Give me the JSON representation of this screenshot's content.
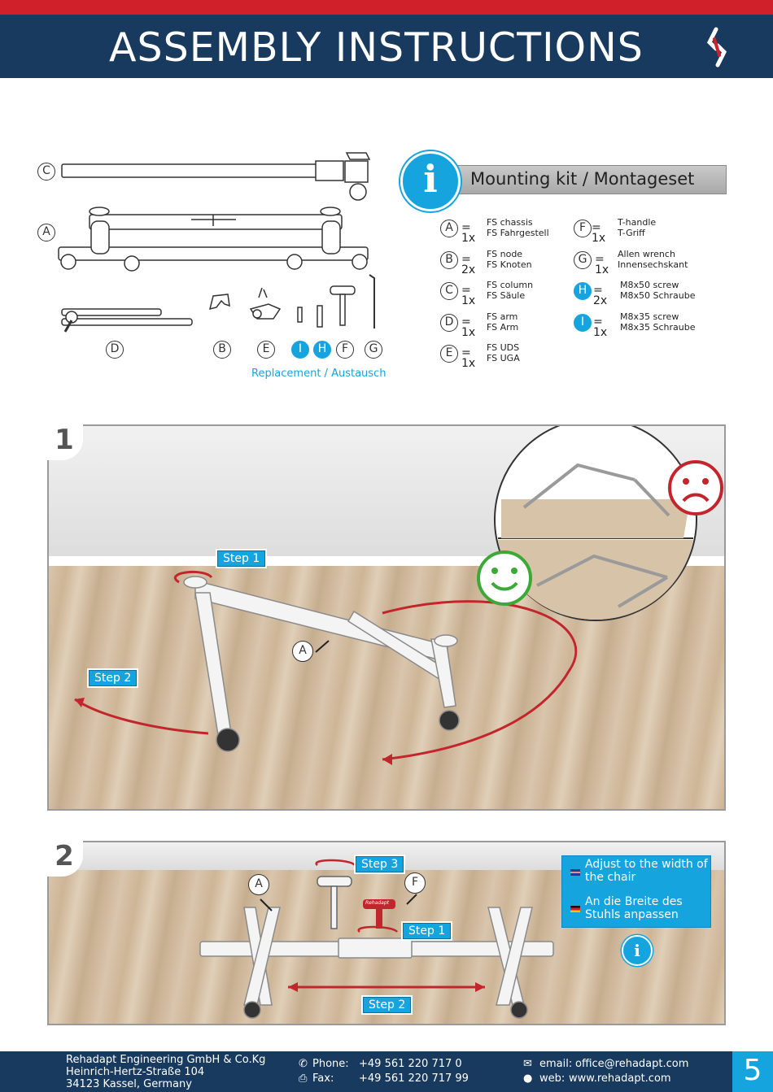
{
  "header": {
    "title": "ASSEMBLY INSTRUCTIONS",
    "logo_icon": "rehadapt-chain-logo-icon"
  },
  "parts_labels": {
    "C": "C",
    "A": "A",
    "D": "D",
    "B": "B",
    "E": "E",
    "I": "I",
    "H": "H",
    "F": "F",
    "G": "G"
  },
  "replacement_text": "Replacement / Austausch",
  "kit": {
    "info_icon": "info-icon",
    "title": "Mounting kit / Montageset",
    "items": [
      {
        "letter": "A",
        "qty": "= 1x",
        "en": "FS chassis",
        "de": "FS Fahrgestell",
        "highlight": false
      },
      {
        "letter": "B",
        "qty": "= 2x",
        "en": "FS node",
        "de": "FS Knoten",
        "highlight": false
      },
      {
        "letter": "C",
        "qty": "= 1x",
        "en": "FS column",
        "de": "FS Säule",
        "highlight": false
      },
      {
        "letter": "D",
        "qty": "= 1x",
        "en": "FS arm",
        "de": "FS Arm",
        "highlight": false
      },
      {
        "letter": "E",
        "qty": "= 1x",
        "en": "FS UDS",
        "de": "FS UGA",
        "highlight": false
      },
      {
        "letter": "F",
        "qty": "= 1x",
        "en": "T-handle",
        "de": "T-Griff",
        "highlight": false
      },
      {
        "letter": "G",
        "qty": "= 1x",
        "en": "Allen wrench",
        "de": "Innensechskant",
        "highlight": false
      },
      {
        "letter": "H",
        "qty": "= 2x",
        "en": "M8x50 screw",
        "de": "M8x50 Schraube",
        "highlight": true
      },
      {
        "letter": "I",
        "qty": "= 1x",
        "en": "M8x35 screw",
        "de": "M8x35 Schraube",
        "highlight": true
      }
    ]
  },
  "step1": {
    "number": "1",
    "step1_label": "Step 1",
    "step2_label": "Step 2",
    "part_label": "A",
    "sad_icon": "sad-face-icon",
    "happy_icon": "happy-face-icon"
  },
  "step2": {
    "number": "2",
    "step1_label": "Step 1",
    "step2_label": "Step 2",
    "step3_label": "Step 3",
    "part_a": "A",
    "part_f": "F",
    "handle_brand": "Rehadapt",
    "note_en": "Adjust to the width of the chair",
    "note_de": "An die Breite des Stuhls anpassen",
    "note_info_icon": "info-icon"
  },
  "footer": {
    "company": "Rehadapt Engineering GmbH & Co.Kg",
    "street": "Heinrich-Hertz-Straße 104",
    "city": "34123 Kassel, Germany",
    "phone_label": "Phone:",
    "phone": "+49 561 220 717 0",
    "fax_label": "Fax:",
    "fax": "+49 561 220 717 99",
    "email_label": "email:",
    "email": "office@rehadapt.com",
    "web_label": "web:",
    "web": "www.rehadapt.com",
    "page": "5"
  },
  "colors": {
    "red": "#d0202a",
    "navy": "#173a5e",
    "blue": "#16a4df",
    "arrow_red": "#c2262c",
    "happy_green": "#3aa935"
  }
}
